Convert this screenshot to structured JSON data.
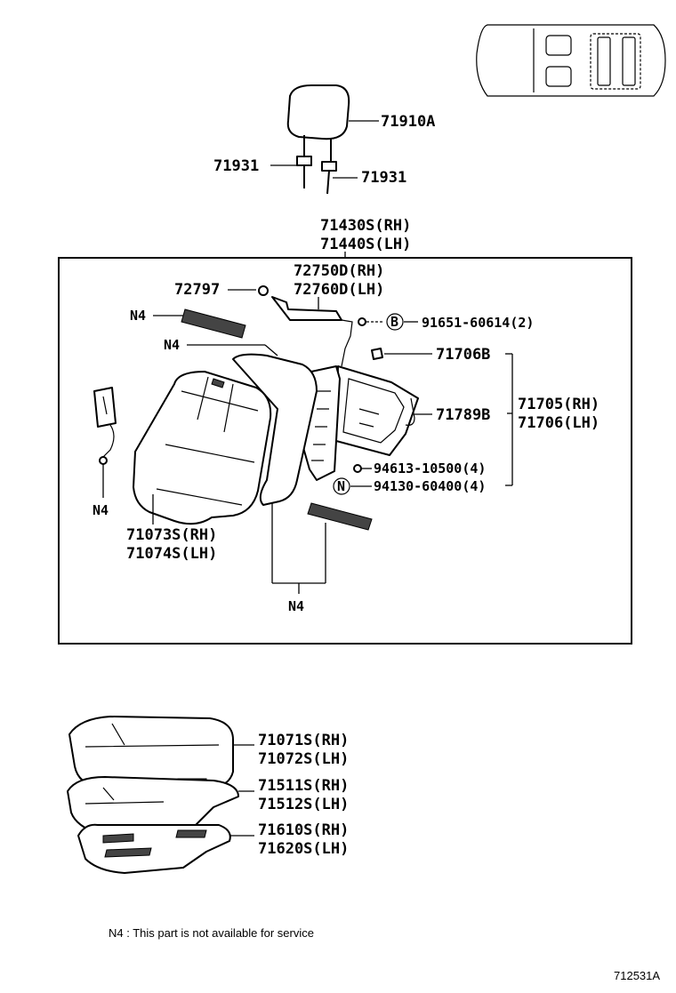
{
  "diagram": {
    "drawing_number": "712531A",
    "footnote": "N4 :  This part is not available for service",
    "callouts": {
      "headrest": "71910A",
      "headrest_support_left": "71931",
      "headrest_support_right": "71931",
      "seatback_assy_rh": "71430S(RH)",
      "seatback_assy_lh": "71440S(LH)",
      "lock_rh": "72750D(RH)",
      "lock_lh": "72760D(LH)",
      "knob": "72797",
      "bolt_b": "91651-60614(2)",
      "bolt_b_symbol": "B",
      "hinge_cover": "71706B",
      "frame_rh": "71705(RH)",
      "frame_lh": "71706(LH)",
      "spring": "71789B",
      "nut": "94613-10500(4)",
      "nut_n": "94130-60400(4)",
      "nut_n_symbol": "N",
      "cover_rh": "71073S(RH)",
      "cover_lh": "71074S(LH)",
      "n4_top": "N4",
      "n4_mid": "N4",
      "n4_left": "N4",
      "n4_bottom": "N4",
      "cushion_cover_rh": "71071S(RH)",
      "cushion_cover_lh": "71072S(LH)",
      "cushion_pad_rh": "71511S(RH)",
      "cushion_pad_lh": "71512S(LH)",
      "cushion_frame_rh": "71610S(RH)",
      "cushion_frame_lh": "71620S(LH)"
    }
  }
}
